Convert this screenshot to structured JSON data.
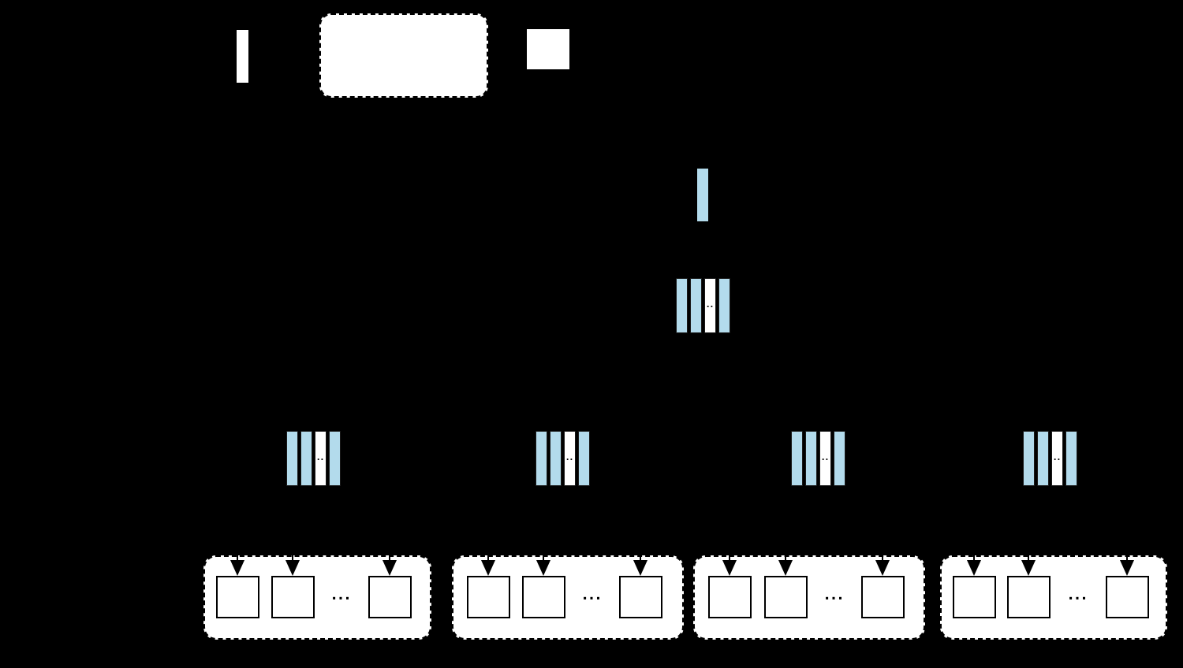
{
  "diagram": {
    "kind": "hierarchical-vector-partitioning-diagram",
    "note": "black background; connector lines and text labels are black and not visible"
  },
  "colors": {
    "canvas_bg": "#000000",
    "shape_fill": "#FFFFFF",
    "segment_fill": "#B3DBEC",
    "stroke": "#000000"
  },
  "legend": {
    "items": [
      {
        "icon": "vector-bar-icon",
        "shape": "white-vertical-bar"
      },
      {
        "icon": "dashed-container-icon",
        "shape": "white-dashed-rounded-rectangle"
      },
      {
        "icon": "document-square-icon",
        "shape": "white-square"
      }
    ]
  },
  "query_vector": {
    "shape": "blue-vertical-bar"
  },
  "segments": {
    "ellipsis": "..",
    "bars_per_group": 4,
    "group_count": 5,
    "pattern": [
      "blue",
      "blue",
      "white-ellipsis",
      "blue"
    ]
  },
  "clusters": {
    "ellipsis": "...",
    "count": 4,
    "squares_per_cluster": 3,
    "arrows_per_cluster": 3
  }
}
